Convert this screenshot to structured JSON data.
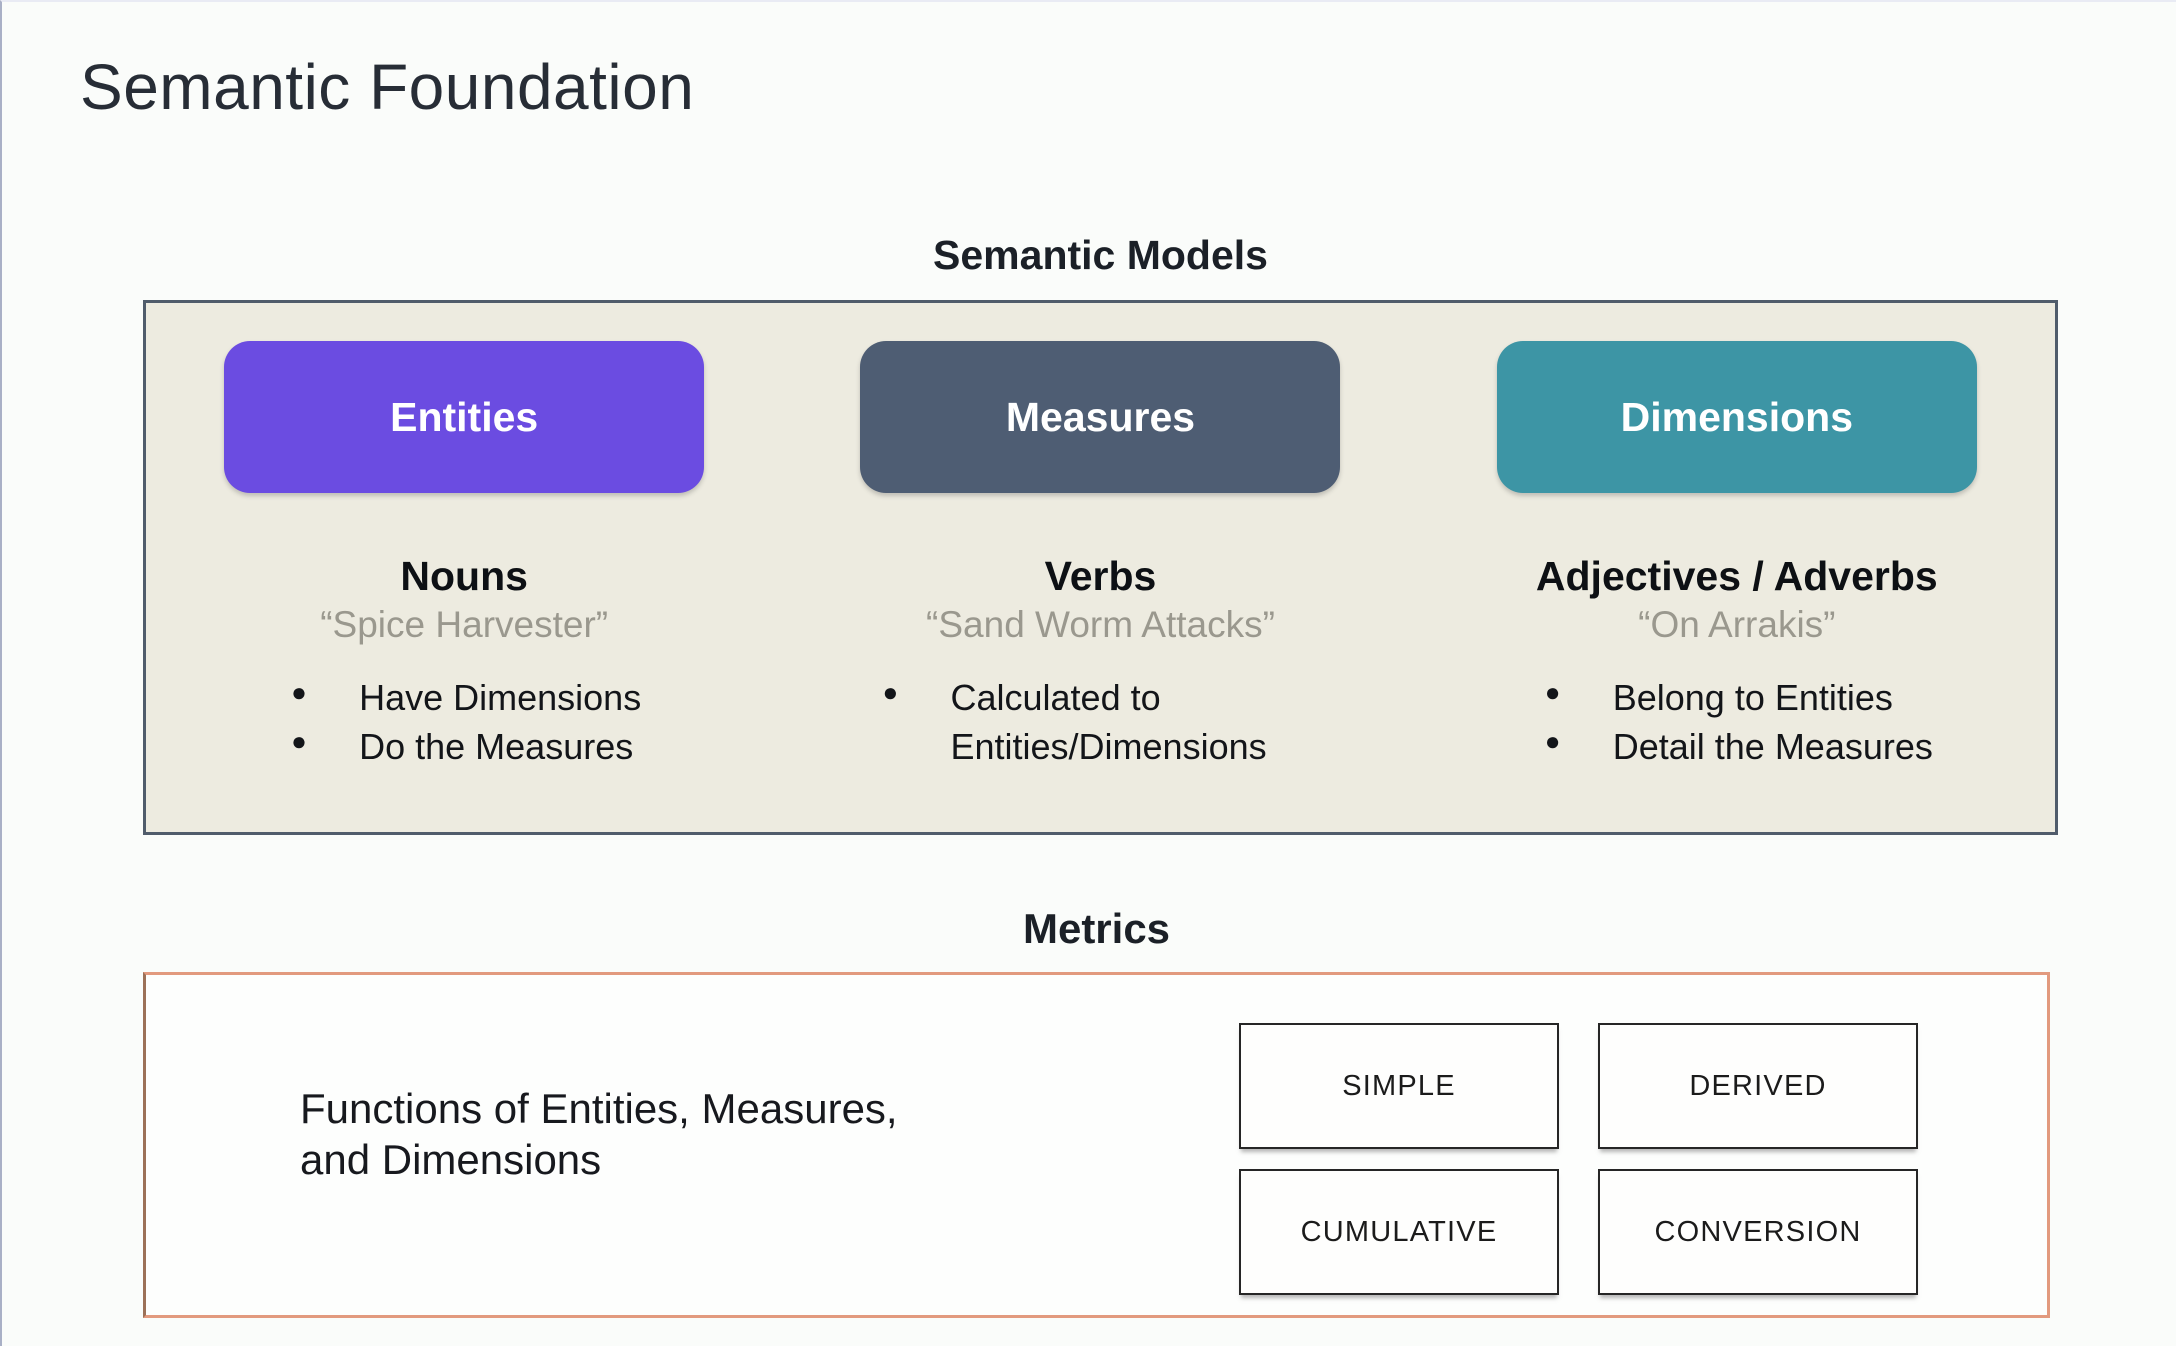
{
  "page": {
    "title": "Semantic Foundation"
  },
  "semantic_models": {
    "heading": "Semantic Models",
    "panel_background": "#edebe0",
    "panel_border_color": "#505c6b",
    "columns": [
      {
        "button": "Entities",
        "button_color": "#6b4ce1",
        "role": "Nouns",
        "example": "“Spice Harvester”",
        "bullets": [
          "Have Dimensions",
          "Do the Measures"
        ]
      },
      {
        "button": "Measures",
        "button_color": "#4e5d73",
        "role": "Verbs",
        "example": "“Sand Worm Attacks”",
        "bullets": [
          "Calculated to Entities/Dimensions"
        ]
      },
      {
        "button": "Dimensions",
        "button_color": "#3d95a5",
        "role": "Adjectives / Adverbs",
        "example": "“On Arrakis”",
        "bullets": [
          "Belong to Entities",
          "Detail the Measures"
        ]
      }
    ]
  },
  "metrics": {
    "heading": "Metrics",
    "border_color": "#e29a7e",
    "description": "Functions of Entities, Measures,\nand Dimensions",
    "types": [
      "SIMPLE",
      "DERIVED",
      "CUMULATIVE",
      "CONVERSION"
    ]
  }
}
